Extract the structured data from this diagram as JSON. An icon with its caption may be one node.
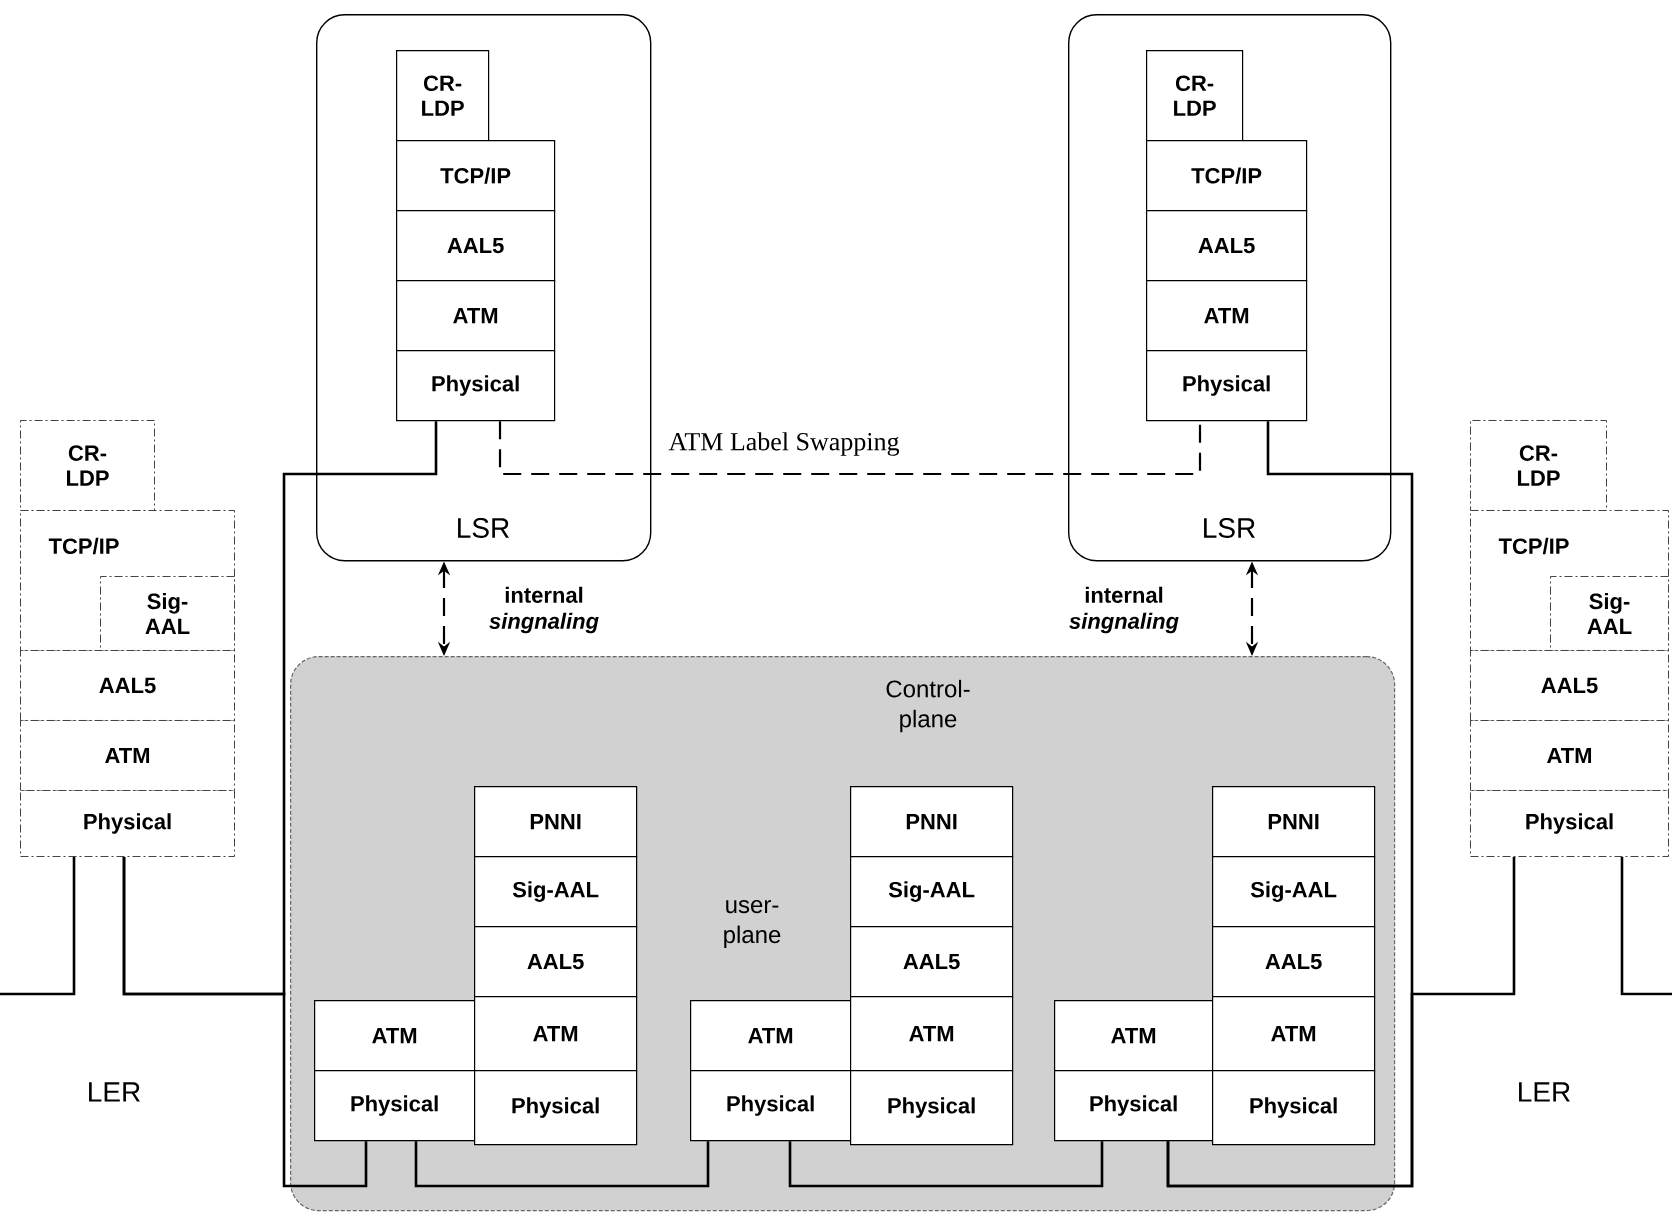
{
  "diagram": {
    "nodes": [
      {
        "text": [
          "LSR"
        ]
      },
      {
        "text": [
          "CR-LDP"
        ],
        "in": 0
      },
      {
        "text": [
          "TCP/IP"
        ],
        "in": 0
      },
      {
        "text": [
          "AAL5"
        ],
        "in": 0
      },
      {
        "text": [
          "ATM"
        ],
        "in": 0
      },
      {
        "text": [
          "Physical"
        ],
        "in": 0
      },
      {
        "text": [
          "LSR"
        ]
      },
      {
        "text": [
          "CR-LDP"
        ],
        "in": 6
      },
      {
        "text": [
          "TCP/IP"
        ],
        "in": 6
      },
      {
        "text": [
          "AAL5"
        ],
        "in": 6
      },
      {
        "text": [
          "ATM"
        ],
        "in": 6
      },
      {
        "text": [
          "Physical"
        ],
        "in": 6
      },
      {
        "text": [
          "CR-LDP"
        ]
      },
      {
        "text": [
          "TCP/IP"
        ]
      },
      {
        "text": [
          "Sig-AAL"
        ],
        "in": 13
      },
      {
        "text": [
          "AAL5"
        ]
      },
      {
        "text": [
          "ATM"
        ]
      },
      {
        "text": [
          "Physical"
        ]
      },
      {
        "text": [],
        "shape": "box"
      },
      {
        "text": [
          "ATM"
        ],
        "in": 18
      },
      {
        "text": [
          "Physical"
        ],
        "in": 18
      },
      {
        "text": [
          "PNNI"
        ],
        "in": 18
      },
      {
        "text": [
          "Sig-AAL"
        ],
        "in": 18
      },
      {
        "text": [
          "AAL5"
        ],
        "in": 18
      },
      {
        "text": [
          "ATM"
        ],
        "in": 18
      },
      {
        "text": [
          "Physical"
        ],
        "in": 18
      },
      {
        "text": [
          "ATM"
        ],
        "in": 18
      },
      {
        "text": [
          "Physical"
        ],
        "in": 18
      },
      {
        "text": [
          "PNNI"
        ],
        "in": 18
      },
      {
        "text": [
          "Sig-AAL"
        ],
        "in": 18
      },
      {
        "text": [
          "AAL5"
        ],
        "in": 18
      },
      {
        "text": [
          "ATM"
        ],
        "in": 18
      },
      {
        "text": [
          "Physical"
        ],
        "in": 18
      },
      {
        "text": [
          "ATM"
        ],
        "in": 18
      },
      {
        "text": [
          "Physical"
        ],
        "in": 18
      },
      {
        "text": [
          "PNNI"
        ],
        "in": 18
      },
      {
        "text": [
          "Sig-AAL"
        ],
        "in": 18
      },
      {
        "text": [
          "AAL5"
        ],
        "in": 18
      },
      {
        "text": [
          "ATM"
        ],
        "in": 18
      },
      {
        "text": [
          "Physical"
        ],
        "in": 18
      },
      {
        "text": [
          "CR-LDP"
        ]
      },
      {
        "text": [
          "TCP/IP"
        ]
      },
      {
        "text": [
          "Sig-AAL"
        ],
        "in": 41
      },
      {
        "text": [
          "AAL5"
        ]
      },
      {
        "text": [
          "ATM"
        ]
      },
      {
        "text": [
          "Physical"
        ]
      }
    ],
    "edges": [
      {
        "from": 17,
        "to": 5,
        "arrow": "none"
      },
      {
        "from": 17,
        "to": 20,
        "arrow": "none"
      },
      {
        "from": 20,
        "to": 27,
        "arrow": "none"
      },
      {
        "from": 27,
        "to": 34,
        "arrow": "none"
      },
      {
        "from": 34,
        "to": 11,
        "arrow": "none"
      },
      {
        "from": 34,
        "to": 45,
        "arrow": "none"
      },
      {
        "from": 5,
        "to": 11,
        "arrow": "none",
        "style": "dashed",
        "label": "ATM Label Swapping"
      },
      {
        "from": 0,
        "to": 18,
        "arrow": "both",
        "style": "dashed",
        "label": "internal *singnaling*"
      },
      {
        "from": 6,
        "to": 18,
        "arrow": "both",
        "style": "dashed",
        "label": "internal *singnaling*"
      },
      {
        "from": null,
        "to": 17,
        "arrow": "none"
      },
      {
        "from": 45,
        "to": null,
        "arrow": "none"
      }
    ],
    "labels": [
      "Control-plane",
      "user-plane",
      "LER",
      "LER"
    ]
  }
}
